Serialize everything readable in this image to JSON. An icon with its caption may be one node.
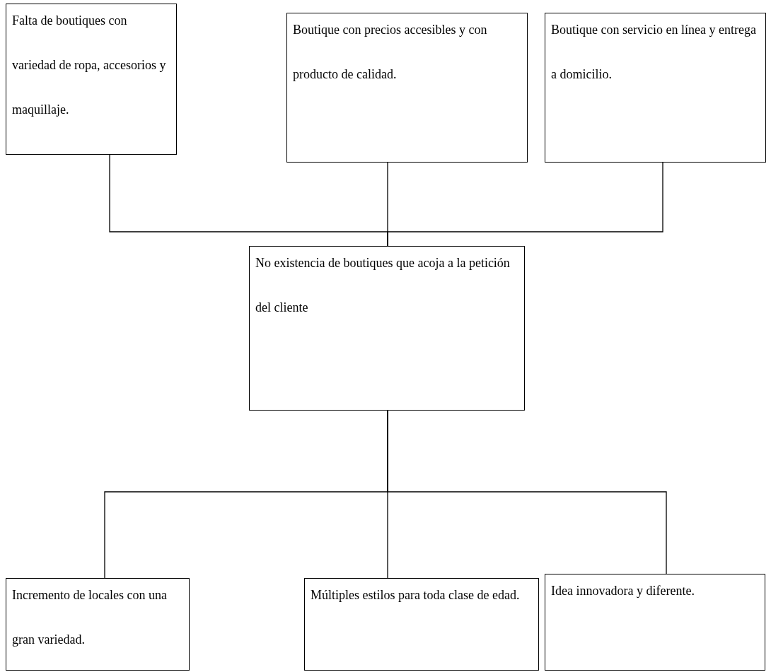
{
  "diagram": {
    "nodes": [
      {
        "text": [
          "Falta de boutiques con variedad de ropa, accesorios y maquillaje."
        ]
      },
      {
        "text": [
          "Boutique con precios accesibles y con producto de calidad."
        ]
      },
      {
        "text": [
          "Boutique con servicio en línea y entrega a domicilio."
        ]
      },
      {
        "text": [
          "No existencia de boutiques que acoja a la petición del cliente"
        ]
      },
      {
        "text": [
          "Incremento de locales con una gran variedad."
        ]
      },
      {
        "text": [
          "Múltiples estilos para toda clase de edad."
        ]
      },
      {
        "text": [
          "Idea innovadora y diferente."
        ]
      }
    ],
    "edges": [
      {
        "from": 0,
        "to": 3,
        "arrow": "none"
      },
      {
        "from": 1,
        "to": 3,
        "arrow": "none"
      },
      {
        "from": 2,
        "to": 3,
        "arrow": "none"
      },
      {
        "from": 3,
        "to": 4,
        "arrow": "none"
      },
      {
        "from": 3,
        "to": 5,
        "arrow": "none"
      },
      {
        "from": 3,
        "to": 6,
        "arrow": "none"
      }
    ]
  }
}
